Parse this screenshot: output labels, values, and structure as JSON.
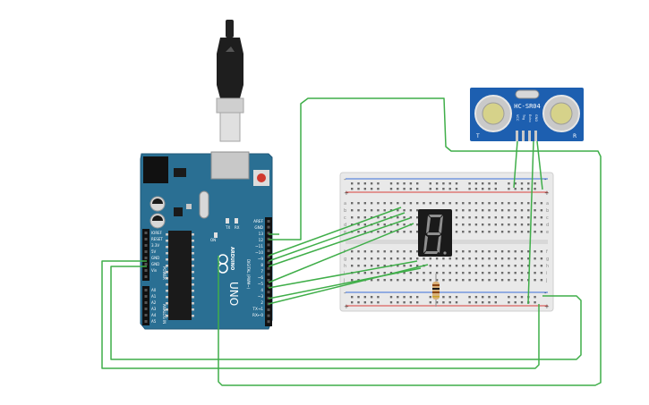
{
  "arduino": {
    "logo_text": "ARDUINO",
    "model": "UNO",
    "digital_label": "DIGITAL (PWM~)",
    "power_label": "POWER",
    "analog_label": "ANALOG IN",
    "led_on": "ON",
    "led_tx": "TX",
    "led_rx": "RX",
    "left_pins": [
      "IOREF",
      "RESET",
      "3.3V",
      "5V",
      "GND",
      "GND",
      "Vin",
      "A0",
      "A1",
      "A2",
      "A3",
      "A4",
      "A5"
    ],
    "right_pins": [
      "AREF",
      "GND",
      "13",
      "12",
      "~11",
      "~10",
      "~9",
      "8",
      "7",
      "~6",
      "~5",
      "4",
      "~3",
      "2",
      "TX→1",
      "RX←0"
    ]
  },
  "sensor": {
    "name": "HC-SR04",
    "pins": [
      "VCC",
      "Trig",
      "Echo",
      "GND"
    ],
    "corner_left": "T",
    "corner_right": "R"
  },
  "breadboard": {
    "rail_plus": "+",
    "rail_minus": "-",
    "row_letters_top": [
      "a",
      "b",
      "c",
      "d",
      "e"
    ],
    "row_letters_bottom": [
      "f",
      "g",
      "h",
      "i",
      "j"
    ]
  },
  "display": {
    "digit": "8"
  },
  "colors": {
    "board": "#2a6f93",
    "wire": "#3fae49",
    "sensor_board": "#1d5fb0",
    "display_body": "#1a1a1a",
    "segment": "#8f8f8f",
    "breadboard": "#e9e9e9",
    "rail_red": "#d9403a",
    "rail_blue": "#3a6fd9"
  }
}
